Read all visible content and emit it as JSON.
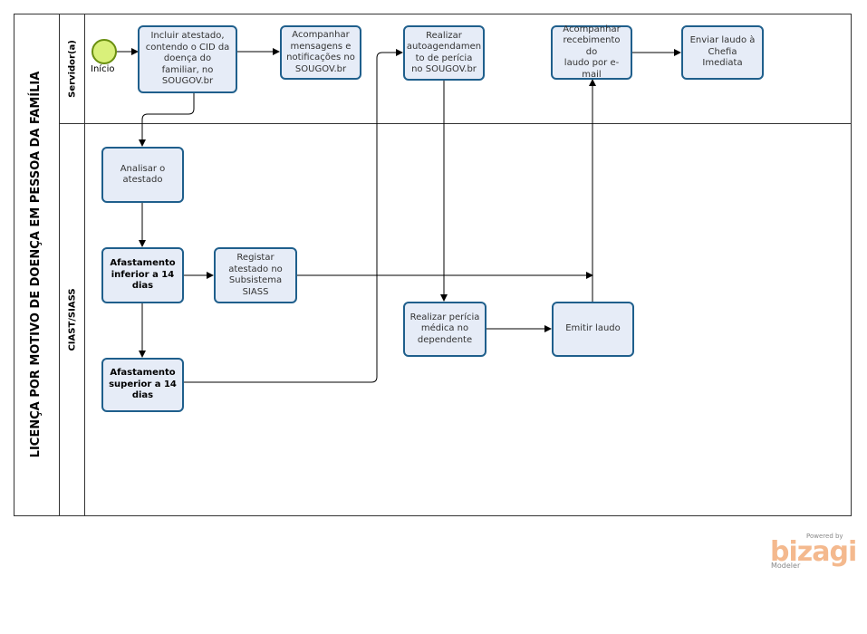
{
  "pool": {
    "title": "LICENÇA POR MOTIVO DE DOENÇA EM PESSOA DA FAMÍLIA"
  },
  "lanes": [
    {
      "label": "Servidor(a)"
    },
    {
      "label": "CIAST/SIASS"
    }
  ],
  "start_event": {
    "label": "Início"
  },
  "tasks": {
    "incluir": "Incluir atestado,\ncontendo o CID da\ndoença do\nfamiliar, no\nSOUGOV.br",
    "acompanhar_msg": "Acompanhar\nmensagens e\nnotificações no\nSOUGOV.br",
    "realizar_auto": "Realizar\nautoagendamen\nto de perícia\nno SOUGOV.br",
    "acompanhar_laudo": "Acompanhar\nrecebimento do\nlaudo por e-mail",
    "enviar_laudo": "Enviar laudo à\nChefia Imediata",
    "analisar": "Analisar o\natestado",
    "af_inferior": "Afastamento\ninferior a 14\ndias",
    "registar": "Registar\natestado no\nSubsistema\nSIASS",
    "af_superior": "Afastamento\nsuperior a 14\ndias",
    "realizar_pericia": "Realizar perícia\nmédica no\ndependente",
    "emitir": "Emitir laudo"
  },
  "colors": {
    "task_fill": "#e6ecf7",
    "task_border": "#1f5f8c",
    "start_fill": "#d9f07a",
    "line": "#000000"
  },
  "logo": {
    "powered_by": "Powered by",
    "name": "bizagi",
    "product": "Modeler"
  }
}
